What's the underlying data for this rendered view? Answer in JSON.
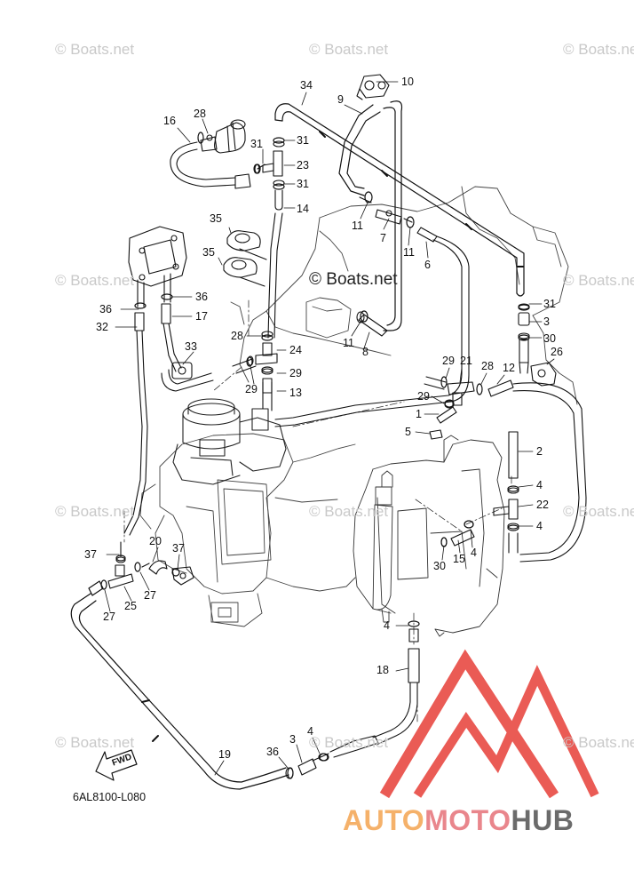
{
  "watermark": "© Boats.net",
  "center_watermark": "© Boats.net",
  "diagram_code": "6AL8100-L080",
  "fwd_label": "FWD",
  "logo": {
    "part1": "AUTO",
    "part2": "MOTO",
    "part3": "HUB",
    "color_part1": "#f5b16a",
    "color_part2": "#e9868c",
    "color_part3": "#6b6b6b",
    "mark_color": "#ea5b55"
  },
  "labels": [
    {
      "text": "10"
    },
    {
      "text": "34"
    },
    {
      "text": "9"
    },
    {
      "text": "28"
    },
    {
      "text": "16"
    },
    {
      "text": "31"
    },
    {
      "text": "31"
    },
    {
      "text": "23"
    },
    {
      "text": "31"
    },
    {
      "text": "14"
    },
    {
      "text": "11"
    },
    {
      "text": "7"
    },
    {
      "text": "11"
    },
    {
      "text": "6"
    },
    {
      "text": "35"
    },
    {
      "text": "35"
    },
    {
      "text": "36"
    },
    {
      "text": "36"
    },
    {
      "text": "17"
    },
    {
      "text": "32"
    },
    {
      "text": "28"
    },
    {
      "text": "11"
    },
    {
      "text": "8"
    },
    {
      "text": "24"
    },
    {
      "text": "33"
    },
    {
      "text": "29"
    },
    {
      "text": "29"
    },
    {
      "text": "13"
    },
    {
      "text": "31"
    },
    {
      "text": "3"
    },
    {
      "text": "30"
    },
    {
      "text": "26"
    },
    {
      "text": "29"
    },
    {
      "text": "21"
    },
    {
      "text": "28"
    },
    {
      "text": "12"
    },
    {
      "text": "29"
    },
    {
      "text": "1"
    },
    {
      "text": "5"
    },
    {
      "text": "2"
    },
    {
      "text": "4"
    },
    {
      "text": "22"
    },
    {
      "text": "4"
    },
    {
      "text": "20"
    },
    {
      "text": "37"
    },
    {
      "text": "37"
    },
    {
      "text": "27"
    },
    {
      "text": "27"
    },
    {
      "text": "25"
    },
    {
      "text": "30"
    },
    {
      "text": "15"
    },
    {
      "text": "4"
    },
    {
      "text": "4"
    },
    {
      "text": "18"
    },
    {
      "text": "19"
    },
    {
      "text": "36"
    },
    {
      "text": "3"
    },
    {
      "text": "4"
    }
  ]
}
